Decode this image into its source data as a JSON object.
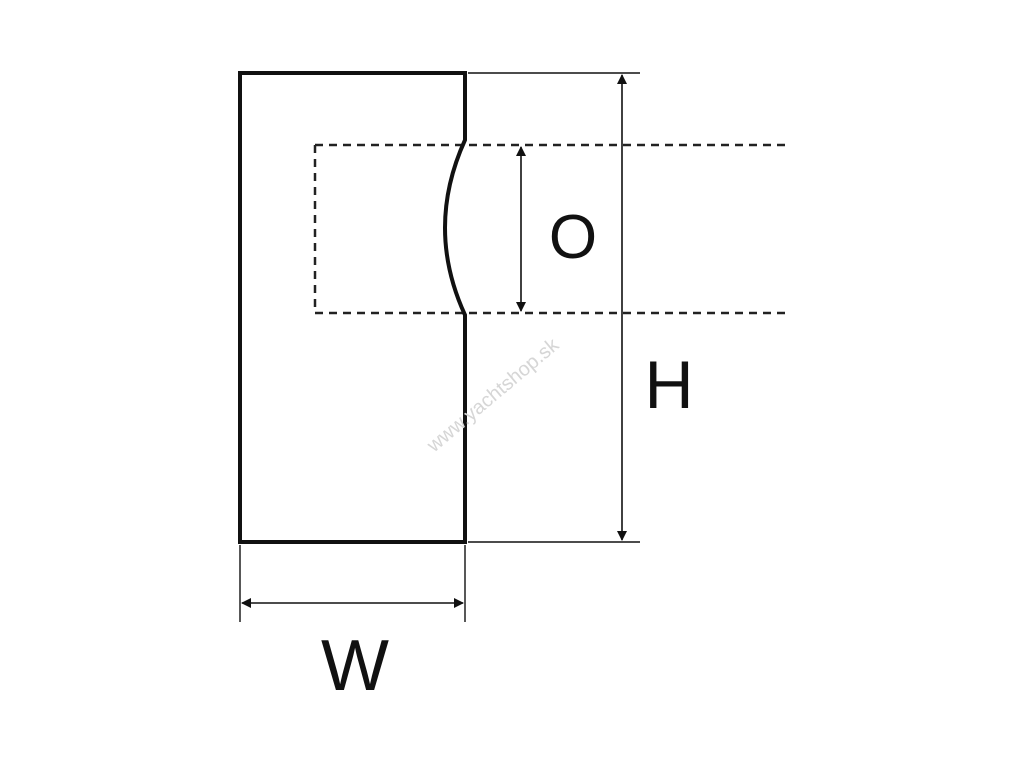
{
  "diagram": {
    "labels": {
      "height": "H",
      "width": "W",
      "opening": "O"
    },
    "watermark": "www.yachtshop.sk",
    "colors": {
      "line": "#111111",
      "dashed": "#222222",
      "background": "#ffffff",
      "watermark": "#d6d6d6"
    }
  }
}
